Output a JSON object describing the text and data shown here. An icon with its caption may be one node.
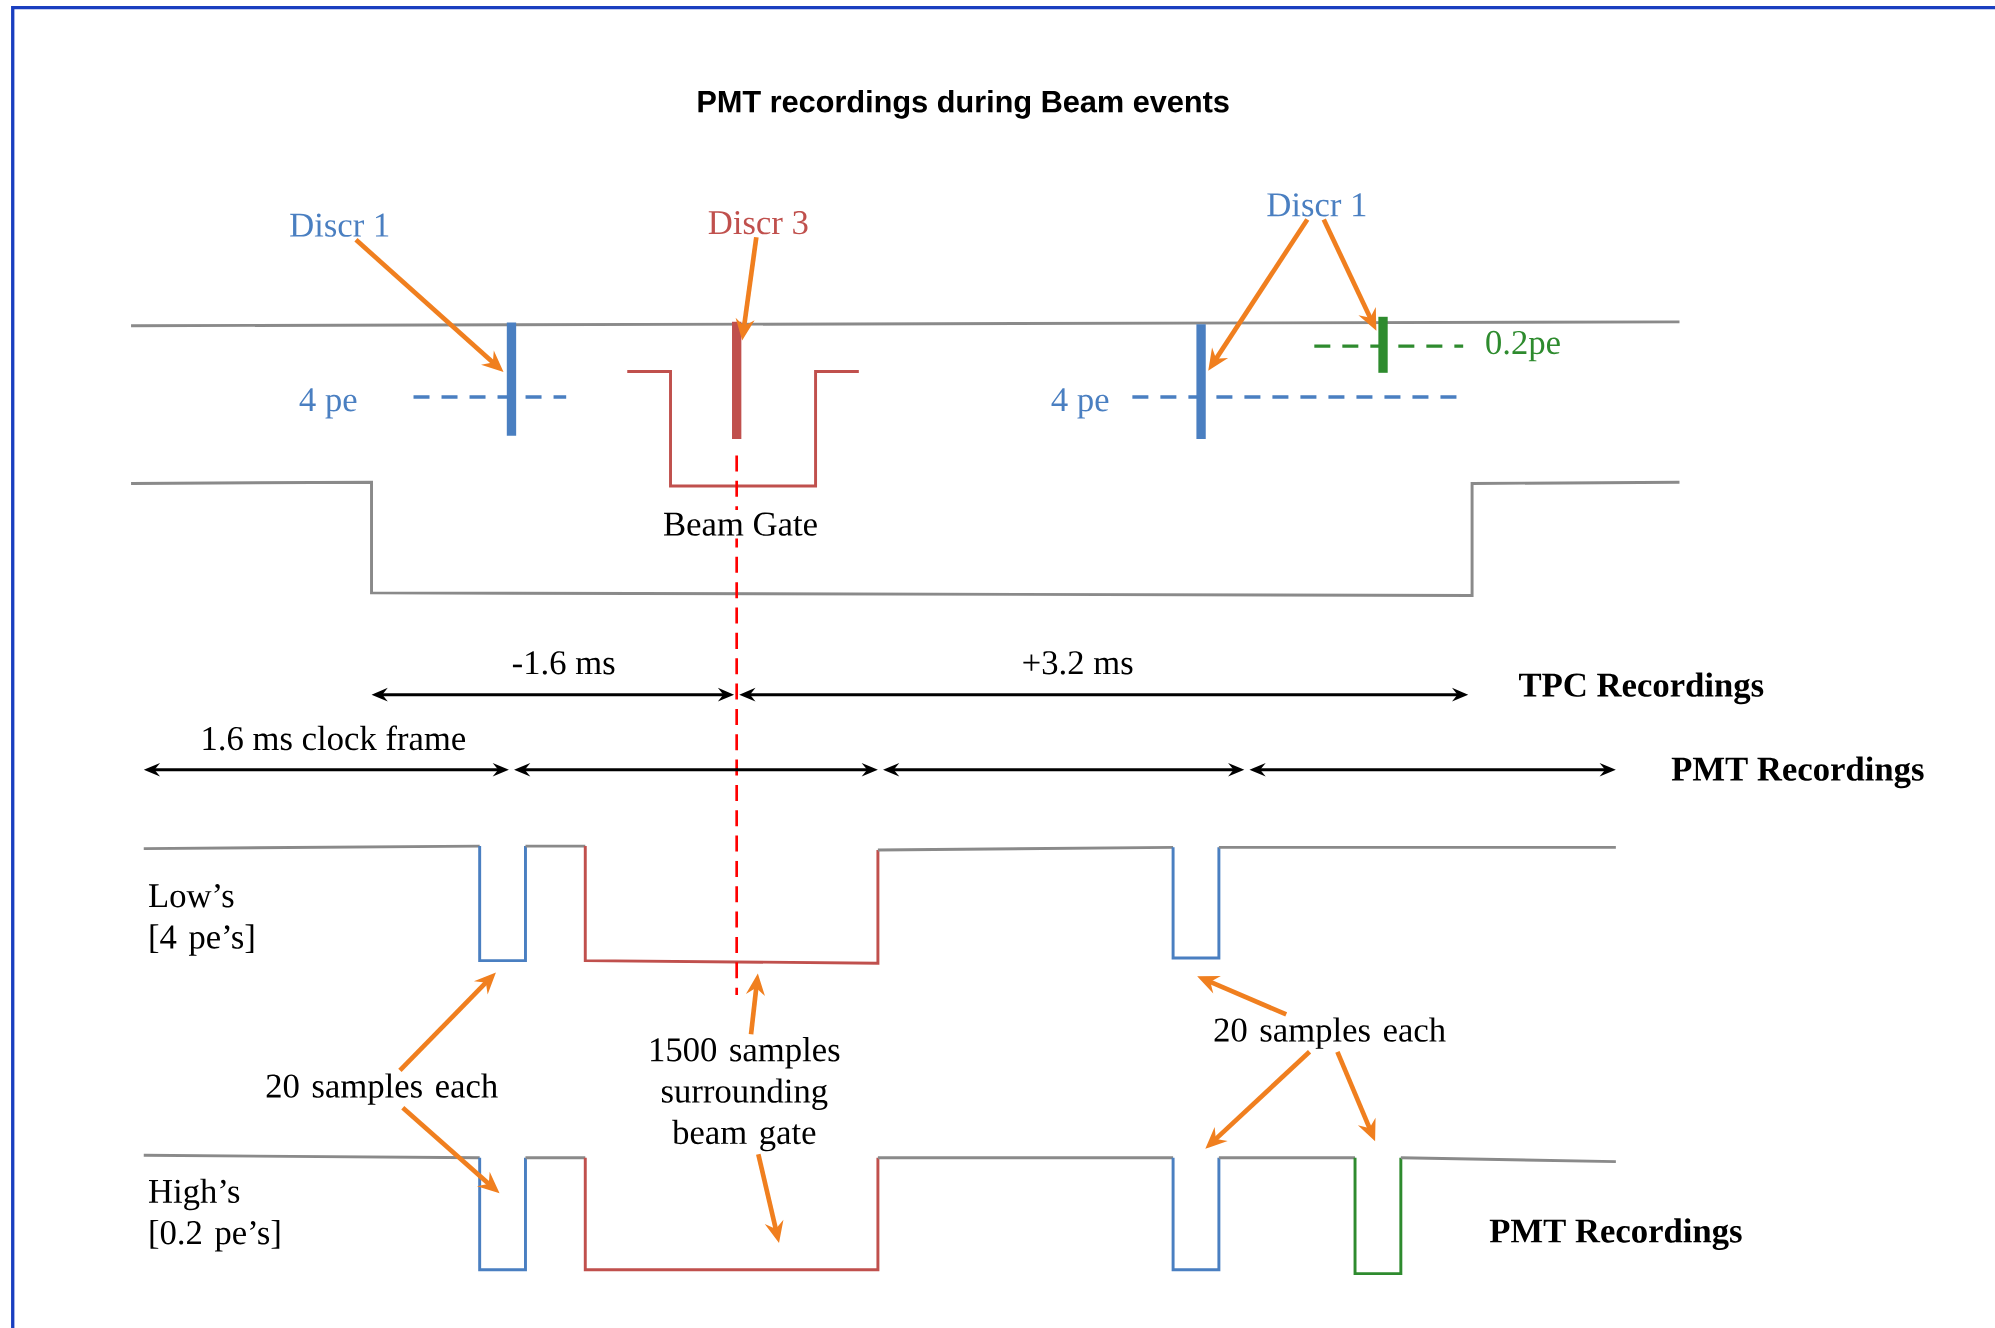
{
  "diagram": {
    "title": "PMT recordings during Beam events",
    "nodes": [
      {
        "text": [
          "Discr 1"
        ]
      },
      {
        "text": [
          "Discr 3"
        ]
      },
      {
        "text": [
          "Discr 1"
        ]
      },
      {
        "text": [],
        "shape": "bar"
      },
      {
        "text": [],
        "shape": "bar"
      },
      {
        "text": [],
        "shape": "bar"
      },
      {
        "text": [],
        "shape": "bar"
      },
      {
        "text": [
          "20 samples each"
        ]
      },
      {
        "text": [
          "1500 samples surrounding beam gate"
        ]
      },
      {
        "text": [
          "20 samples each"
        ]
      }
    ],
    "edges": [
      {
        "from": 0,
        "to": 3,
        "arrow": "to"
      },
      {
        "from": 1,
        "to": 4,
        "arrow": "to"
      },
      {
        "from": 2,
        "to": 5,
        "arrow": "to"
      },
      {
        "from": 2,
        "to": 6,
        "arrow": "to"
      },
      {
        "from": 7,
        "to": null,
        "arrow": "to"
      },
      {
        "from": 7,
        "to": null,
        "arrow": "to"
      },
      {
        "from": 8,
        "to": null,
        "arrow": "to"
      },
      {
        "from": 8,
        "to": null,
        "arrow": "to"
      },
      {
        "from": 9,
        "to": null,
        "arrow": "to"
      },
      {
        "from": 9,
        "to": null,
        "arrow": "to"
      },
      {
        "from": 9,
        "to": null,
        "arrow": "to"
      }
    ],
    "labels": [
      "4 pe",
      "0.2pe",
      "4 pe",
      "Beam Gate",
      "-1.6 ms",
      "+3.2 ms",
      "TPC Recordings",
      "1.6 ms clock frame",
      "PMT Recordings",
      "Low’s [4 pe’s]",
      "High’s [0.2 pe’s]",
      "PMT Recordings"
    ]
  }
}
